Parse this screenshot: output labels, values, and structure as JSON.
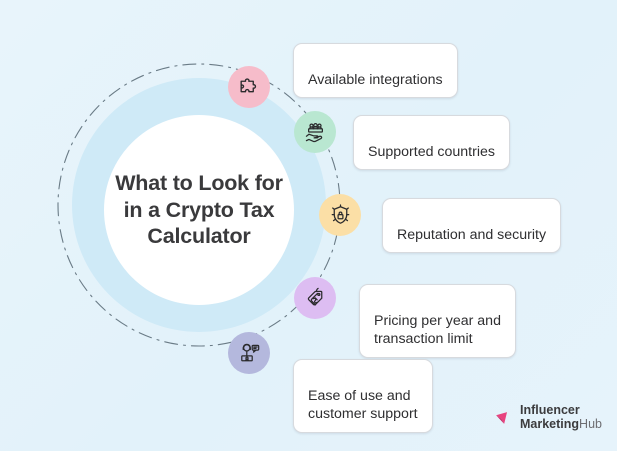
{
  "theme": {
    "background": "#e4f3fb",
    "ring_fill": "#cfeaf7",
    "inner_fill": "#ffffff",
    "dash_stroke": "#6a7b86",
    "text_dark": "#3a3a3c",
    "chip_bg": "#ffffff",
    "chip_border": "#d7dade",
    "logo_pink": "#e8437f"
  },
  "center": {
    "title": "What to Look for in a Crypto Tax Calculator"
  },
  "items": [
    {
      "label": "Available integrations",
      "icon": "puzzle-piece-icon",
      "color": "#f6bcca"
    },
    {
      "label": "Supported countries",
      "icon": "people-on-hand-icon",
      "color": "#b9e7d1"
    },
    {
      "label": "Reputation and security",
      "icon": "shield-lock-icon",
      "color": "#fbdfa6"
    },
    {
      "label": "Pricing per year and\ntransaction limit",
      "icon": "price-tags-icon",
      "color": "#ddbdf2"
    },
    {
      "label": "Ease of use and\ncustomer support",
      "icon": "customer-support-icon",
      "color": "#b4b8dd"
    }
  ],
  "logo": {
    "line1": "Influencer",
    "line2_bold": "Marketing",
    "line2_light": "Hub"
  }
}
